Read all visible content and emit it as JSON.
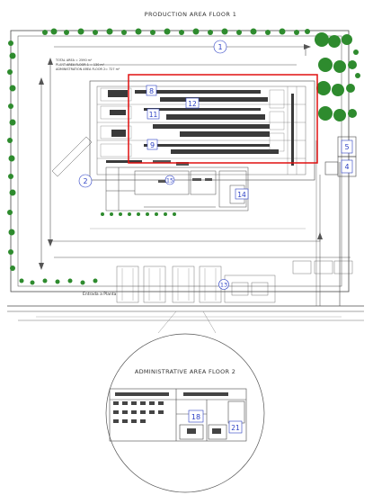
{
  "titles": {
    "production": "PRODUCTION AREA FLOOR 1",
    "administrative": "ADMINISTRATIVE AREA FLOOR 2"
  },
  "area_notes": [
    "TOTAL AREA = 2590 m²",
    "PLANT AREA FLOOR 1 = 130 m²",
    "ADMINISTRATION AREA FLOOR 2= 727 m²"
  ],
  "street_label": "Entrada a Planta",
  "zone_numbers": [
    "1",
    "2",
    "8",
    "12",
    "11",
    "15",
    "9",
    "14",
    "13",
    "5",
    "4",
    "18",
    "21"
  ],
  "colors": {
    "line": "#4a4a4a",
    "trees": "#2e8b2e",
    "highlight": "#e01010",
    "marker": "#2b3fc4"
  }
}
